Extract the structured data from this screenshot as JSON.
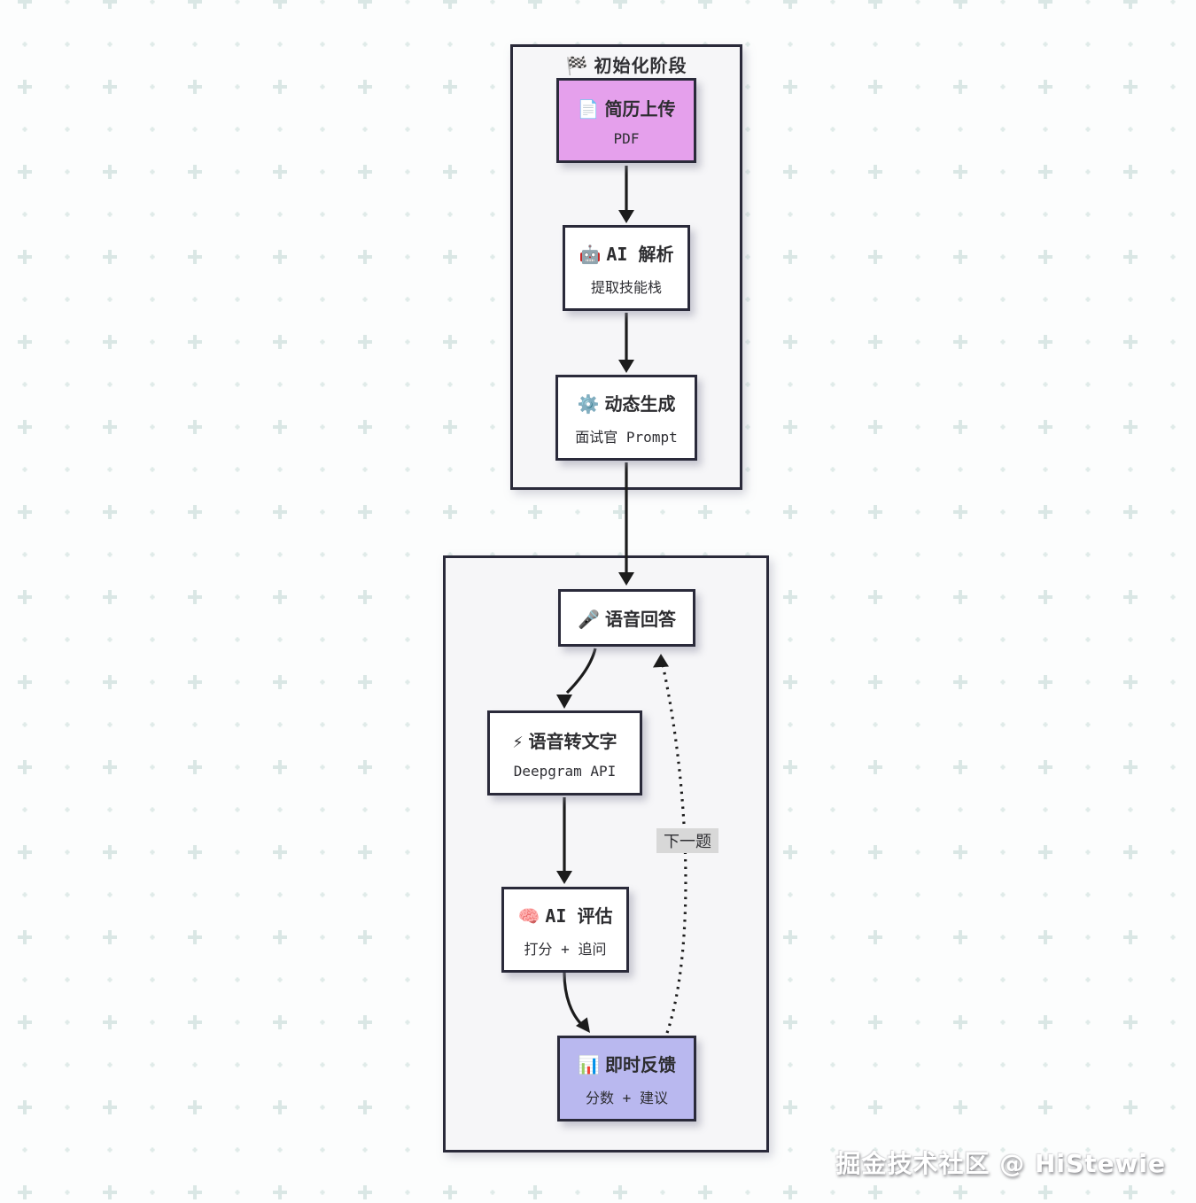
{
  "watermark": {
    "text": "掘金技术社区 @ HiStewie"
  },
  "colors": {
    "node_border": "#2a2a3a",
    "arrow": "#1c1c1c",
    "upload_fill": "#e5a0ec",
    "feedback_fill": "#b9b8ef",
    "group_fill": "#f6f6f8",
    "edge_label_bg": "#d8d8d8",
    "pattern": "#d8e6e4"
  },
  "groups": {
    "init": {
      "icon": "🏁",
      "title": "初始化阶段"
    },
    "loop": {
      "title": ""
    }
  },
  "nodes": {
    "upload": {
      "icon": "📄",
      "title": "简历上传",
      "subtitle": "PDF"
    },
    "parse": {
      "icon": "🤖",
      "title": "AI 解析",
      "subtitle": "提取技能栈"
    },
    "generate": {
      "icon": "⚙️",
      "title": "动态生成",
      "subtitle": "面试官 Prompt"
    },
    "voice": {
      "icon": "🎤",
      "title": "语音回答",
      "subtitle": ""
    },
    "stt": {
      "icon": "⚡",
      "title": "语音转文字",
      "subtitle": "Deepgram API"
    },
    "evaluate": {
      "icon": "🧠",
      "title": "AI 评估",
      "subtitle": "打分 + 追问"
    },
    "feedback": {
      "icon": "📊",
      "title": "即时反馈",
      "subtitle": "分数 + 建议"
    }
  },
  "edges": {
    "next_question_label": "下一题"
  }
}
